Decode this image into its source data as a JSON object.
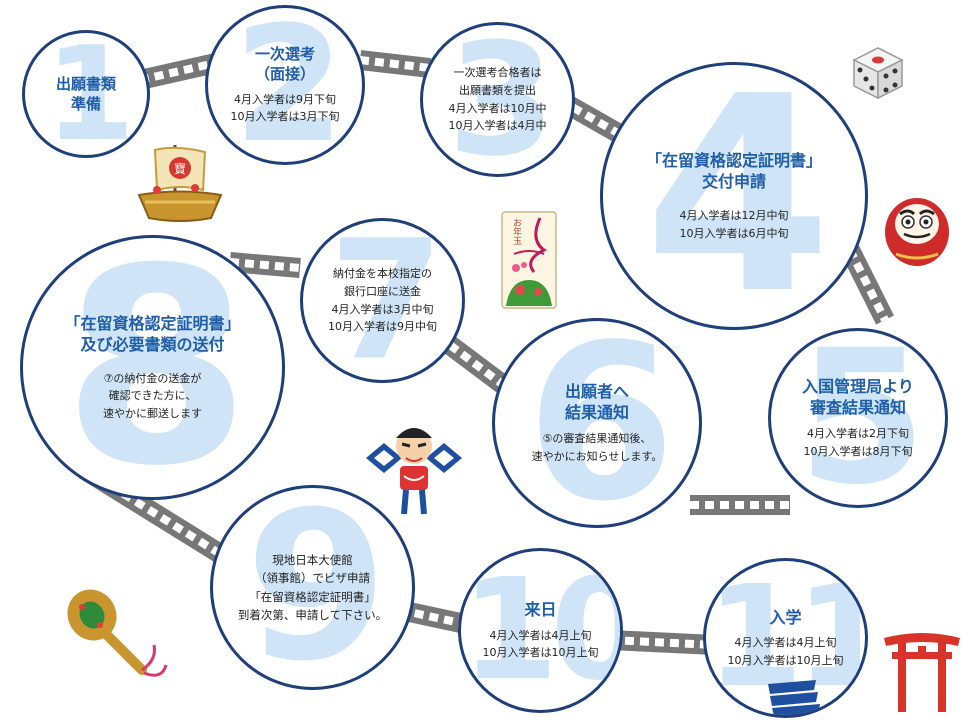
{
  "colors": {
    "circle_border": "#1e3f7a",
    "title_text": "#1f5ea8",
    "big_number": "#cfe5f7",
    "track": "#777777"
  },
  "steps": [
    {
      "num": "1",
      "title": "出願書類\n準備",
      "body": ""
    },
    {
      "num": "2",
      "title": "一次選考\n（面接）",
      "body": "4月入学者は9月下旬\n10月入学者は3月下旬"
    },
    {
      "num": "3",
      "title": "",
      "body": "一次選考合格者は\n出願書類を提出\n4月入学者は10月中\n10月入学者は4月中"
    },
    {
      "num": "4",
      "title": "「在留資格認定証明書」\n交付申請",
      "body": "4月入学者は12月中旬\n10月入学者は6月中旬"
    },
    {
      "num": "5",
      "title": "入国管理局より\n審査結果通知",
      "body": "4月入学者は2月下旬\n10月入学者は8月下旬"
    },
    {
      "num": "6",
      "title": "出願者へ\n結果通知",
      "body": "⑤の審査結果通知後、\n速やかにお知らせします。"
    },
    {
      "num": "7",
      "title": "",
      "body": "納付金を本校指定の\n銀行口座に送金\n4月入学者は3月中旬\n10月入学者は9月中旬"
    },
    {
      "num": "8",
      "title": "「在留資格認定証明書」\n及び必要書類の送付",
      "body": "⑦の納付金の送金が\n確認できた方に、\n速やかに郵送します"
    },
    {
      "num": "9",
      "title": "",
      "body": "現地日本大使館\n（領事館）でビザ申請\n「在留資格認定証明書」\n到着次第、申請して下さい。"
    },
    {
      "num": "10",
      "title": "来日",
      "body": "4月入学者は4月上旬\n10月入学者は10月上旬"
    },
    {
      "num": "11",
      "title": "入学",
      "body": "4月入学者は4月上旬\n10月入学者は10月上旬"
    }
  ],
  "decorations": {
    "fortune_envelope_text": "お年玉"
  },
  "icons": [
    "treasure-ship-icon",
    "dice-icon",
    "daruma-icon",
    "otoshidama-envelope-icon",
    "kite-icon",
    "lucky-mallet-icon",
    "torii-gate-icon",
    "ocean-wave-icon"
  ]
}
